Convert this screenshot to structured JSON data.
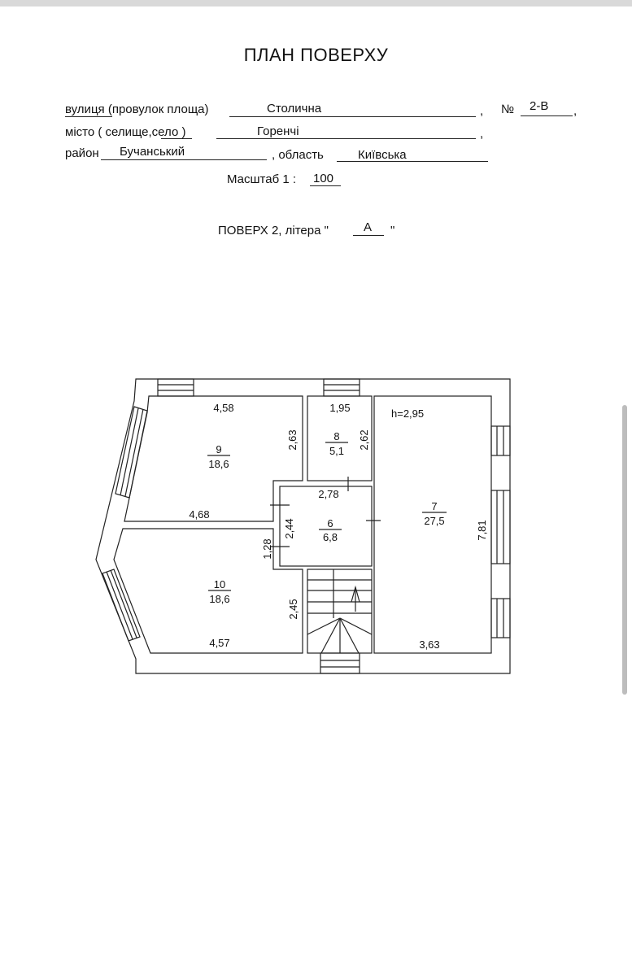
{
  "title": "ПЛАН ПОВЕРХУ",
  "address": {
    "street_label": "вулиця (провулок площа)",
    "street_value": "Столична",
    "comma1": ",",
    "number_label": "№",
    "number_value": "2-В",
    "comma2": ",",
    "city_label": "місто ( селище,село )",
    "city_value": "Горенчі",
    "comma3": ",",
    "district_label": "район",
    "district_value": "Бучанський",
    "region_label": ",  область",
    "region_value": "Київська"
  },
  "scale": {
    "label": "Масштаб  1 :",
    "value": "100"
  },
  "floor": {
    "label": "ПОВЕРХ  2,  літера \"",
    "value": "А",
    "close": "\""
  },
  "plan": {
    "height_note": "h=2,95",
    "rooms": [
      {
        "id": "9",
        "area": "18,6"
      },
      {
        "id": "8",
        "area": "5,1"
      },
      {
        "id": "7",
        "area": "27,5"
      },
      {
        "id": "6",
        "area": "6,8"
      },
      {
        "id": "10",
        "area": "18,6"
      }
    ],
    "dims": {
      "r9_top": "4,58",
      "r9_side": "2,63",
      "r9_bottom": "4,68",
      "r8_top": "1,95",
      "r8_side": "2,62",
      "r6_top": "2,78",
      "r6_side": "2,44",
      "r10_gap": "1,28",
      "r10_side": "2,45",
      "r10_bottom": "4,57",
      "r7_side": "7,81",
      "r7_bottom": "3,63"
    }
  }
}
